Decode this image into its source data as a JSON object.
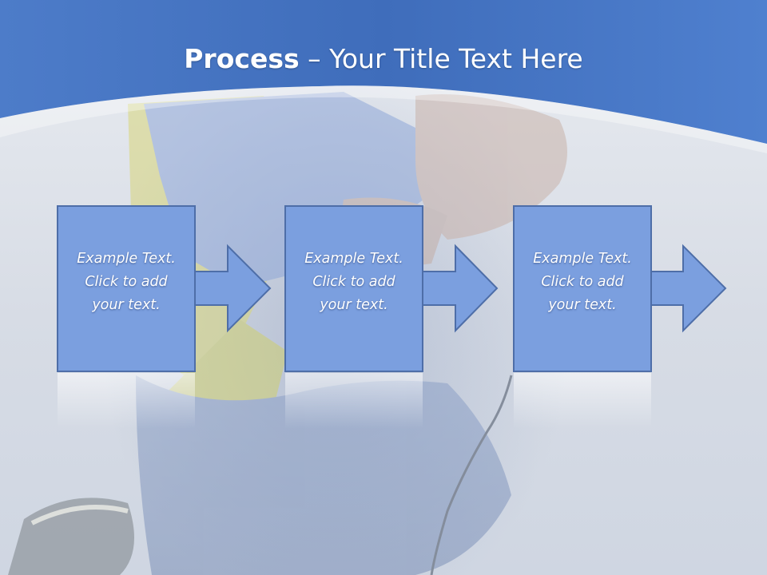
{
  "slide": {
    "title_bold": "Process",
    "title_rest": " – Your Title Text Here"
  },
  "steps": [
    {
      "lines": [
        "Example Text.",
        "Click  to add",
        "your text."
      ]
    },
    {
      "lines": [
        "Example Text.",
        "Click  to add",
        "your text."
      ]
    },
    {
      "lines": [
        "Example Text.",
        "Click  to add",
        "your text."
      ]
    }
  ],
  "colors": {
    "header_blue": "#4a78c8",
    "box_fill": "#7b9fdf",
    "box_border": "#4e6ea8",
    "title_text": "#ffffff"
  }
}
